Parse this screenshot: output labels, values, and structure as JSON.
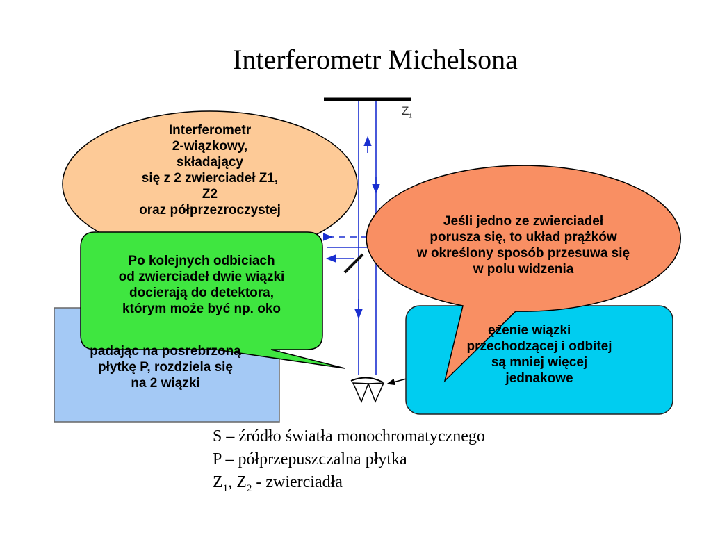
{
  "title": "Interferometr Michelsona",
  "mirror_label": {
    "main": "Z",
    "sub": "1"
  },
  "bubbles": {
    "orange": [
      "Interferometr",
      "2-wiązkowy,",
      "składający",
      "się z 2 zwierciadeł Z1,",
      "Z2",
      "oraz półprzezroczystej"
    ],
    "green": [
      "Po kolejnych odbiciach",
      "od zwierciadeł dwie wiązki",
      "docierają do detektora,",
      "którym może być np. oko"
    ],
    "salmon": [
      "Jeśli jedno ze zwierciadeł",
      "porusza się, to układ prążków",
      "w określony sposób przesuwa się",
      "w polu widzenia"
    ],
    "blue": [
      "padając na posrebrzoną",
      "płytkę P, rozdziela się",
      "na 2 wiązki"
    ],
    "cyan": [
      "ężenie wiązki",
      "przechodzącej i odbitej",
      "są mniej więcej",
      "jednakowe"
    ]
  },
  "legend": {
    "line1": "S – źródło światła monochromatycznego",
    "line2": "P – półprzepuszczalna płytka",
    "line3": {
      "z": "Z",
      "sub1": "1",
      "comma": ", Z",
      "sub2": "2",
      "rest": " - zwierciadła"
    }
  },
  "colors": {
    "beam": "#1a2fd0",
    "orange_fill": "#fdca97",
    "green_fill": "#3fe640",
    "salmon_fill": "#f98f63",
    "blue_fill": "#a4c9f5",
    "cyan_fill": "#00cdf0"
  }
}
